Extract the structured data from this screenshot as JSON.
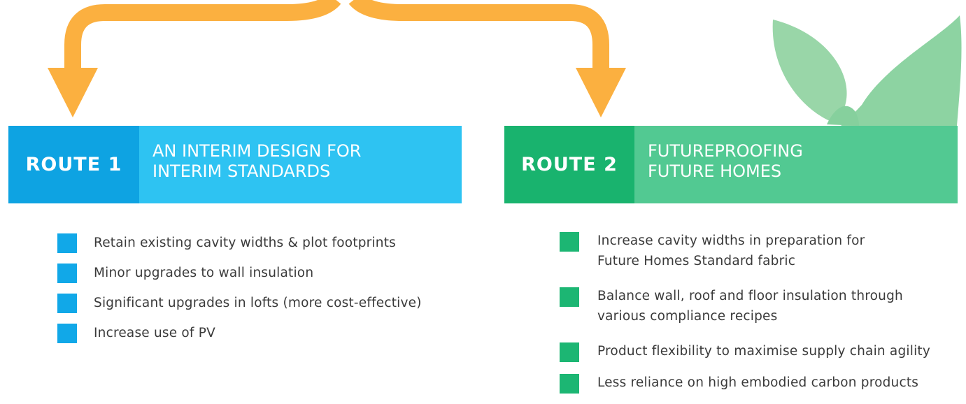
{
  "route1": {
    "tag": "ROUTE 1",
    "title_line1": "AN INTERIM DESIGN FOR",
    "title_line2": "INTERIM STANDARDS",
    "items": [
      "Retain existing cavity widths & plot footprints",
      "Minor upgrades to wall insulation",
      "Significant upgrades in lofts (more cost-effective)",
      "Increase use of PV"
    ]
  },
  "route2": {
    "tag": "ROUTE 2",
    "title_line1": "FUTUREPROOFING",
    "title_line2": "FUTURE HOMES",
    "items": [
      {
        "line1": "Increase cavity widths in preparation for",
        "line2": "Future Homes Standard fabric"
      },
      {
        "line1": "Balance wall, roof and floor insulation through",
        "line2": "various compliance recipes"
      },
      {
        "line1": "Product flexibility to maximise supply chain agility",
        "line2": ""
      },
      {
        "line1": "Less reliance on high embodied carbon products",
        "line2": ""
      }
    ]
  },
  "colors": {
    "arrow": "#fbb040",
    "route1_dark": "#0ea3e2",
    "route1_light": "#2ec3f2",
    "route2_dark": "#19b36e",
    "route2_light": "#52c992",
    "leaf": "#8ed3a3"
  },
  "icons": {
    "connector": "split-arrow-icon",
    "decoration": "leaf-icon"
  }
}
